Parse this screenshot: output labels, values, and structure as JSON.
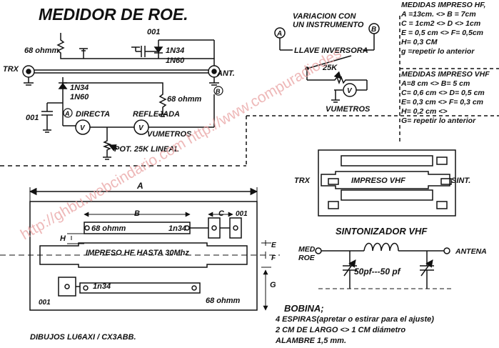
{
  "title": "MEDIDOR  DE  ROE.",
  "credits": "DIBUJOS  LU6AXI / CX3ABB.",
  "watermark": "http://ghbu.webcindario.com   http://www.compuradiodes",
  "circuit": {
    "trx": "TRX",
    "ant": "ANT.",
    "r_top": "68 ohmm",
    "c_top": "001",
    "d_top_1": "1N34",
    "d_top_2": "1N60",
    "d_bot_1": "1N34",
    "d_bot_2": "1N60",
    "r_right": "68 ohmm",
    "c_left": "001",
    "directa": "DIRECTA",
    "reflejada": "REFLEJADA",
    "vumetros": "VUMETROS",
    "pot": "POT. 25K LINEAL",
    "meter": "V",
    "node_a": "A",
    "node_b": "B"
  },
  "switch": {
    "line1": "VARIACION CON",
    "line2": "UN INSTRUMENTO",
    "llave": "LLAVE INVERSORA",
    "pot": "25K",
    "vumetros": "VUMETROS",
    "node_a": "A",
    "node_b": "B",
    "meter": "V"
  },
  "hf": {
    "title": "MEDIDAS IMPRESO HF,",
    "lines": [
      "A =13cm. <> B = 7cm",
      "C = 1cm2 <> D <> 1cm",
      "E = 0,5 cm <> F= 0,5cm",
      "H= 0,3 CM",
      "g =repetir lo anterior"
    ]
  },
  "vhf": {
    "title": "MEDIDAS IMPRESO VHF",
    "lines": [
      "A=8 cm <> B= 5 cm",
      "C= 0,6 cm <> D= 0,5 cm",
      "E= 0,3 cm <> F= 0,3 cm",
      "H= 0,2 cm <>",
      "G= repetir lo anterior"
    ]
  },
  "pcb_hf": {
    "dim_a": "A",
    "dim_b": "B",
    "dim_c": "C",
    "dim_e": "E",
    "dim_f": "F",
    "dim_g": "G",
    "dim_h": "H",
    "r_top": "68 ohmm",
    "d_top": "1n34",
    "c_top": "001",
    "main": "IMPRESO  HF  HASTA 30Mhz",
    "d_bot": "1n34",
    "r_bot": "68 ohmm",
    "c_bot": "001"
  },
  "pcb_vhf": {
    "trx": "TRX",
    "label": "IMPRESO  VHF",
    "sint": "SINT."
  },
  "tuner": {
    "title": "SINTONIZADOR  VHF",
    "med": "MED",
    "roe": "ROE",
    "antena": "ANTENA",
    "caps": "50pf---50 pf"
  },
  "bobina": {
    "title": "BOBINA;",
    "lines": [
      "4 ESPIRAS(apretar o estirar para el ajuste)",
      "2 CM  DE LARGO <> 1 CM  diámetro",
      "ALAMBRE  1,5 mm."
    ]
  }
}
